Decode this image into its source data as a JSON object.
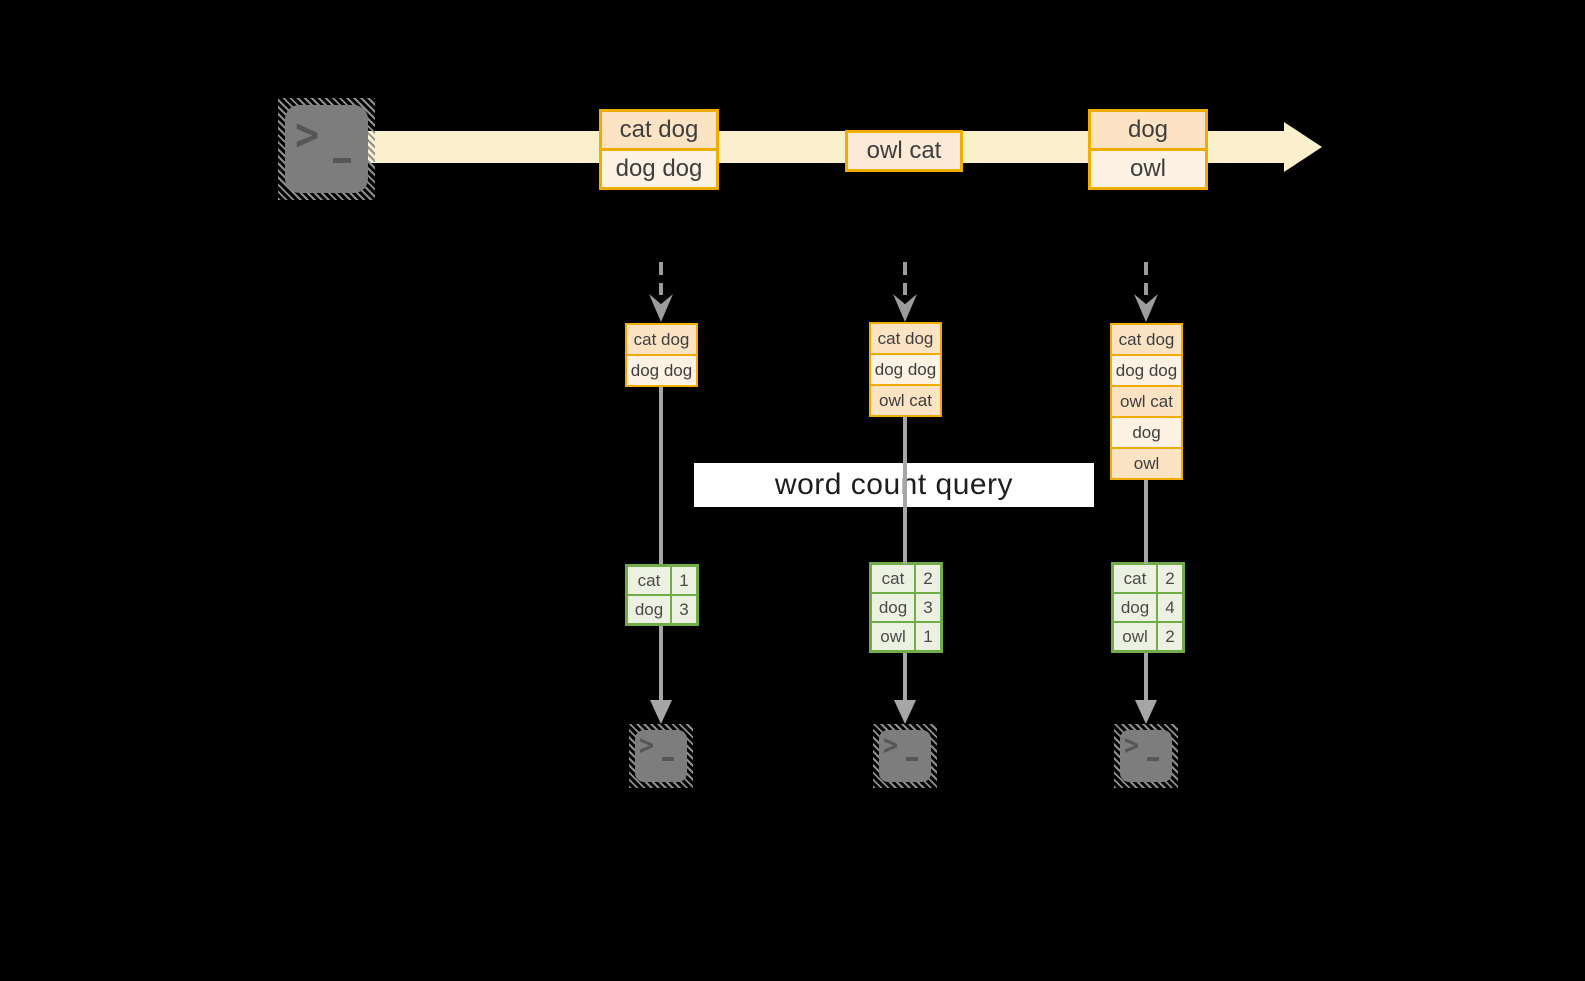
{
  "title": {
    "label": "word count query"
  },
  "stream": {
    "batches": [
      {
        "rows": [
          "cat dog",
          "dog dog"
        ]
      },
      {
        "rows": [
          "owl cat"
        ]
      },
      {
        "rows": [
          "dog",
          "owl"
        ]
      }
    ]
  },
  "micro_batches": [
    {
      "input": [
        "cat dog",
        "dog dog"
      ],
      "result": [
        {
          "word": "cat",
          "count": "1"
        },
        {
          "word": "dog",
          "count": "3"
        }
      ]
    },
    {
      "input": [
        "cat dog",
        "dog dog",
        "owl cat"
      ],
      "result": [
        {
          "word": "cat",
          "count": "2"
        },
        {
          "word": "dog",
          "count": "3"
        },
        {
          "word": "owl",
          "count": "1"
        }
      ]
    },
    {
      "input": [
        "cat dog",
        "dog dog",
        "owl cat",
        "dog",
        "owl"
      ],
      "result": [
        {
          "word": "cat",
          "count": "2"
        },
        {
          "word": "dog",
          "count": "4"
        },
        {
          "word": "owl",
          "count": "2"
        }
      ]
    }
  ],
  "icons": {
    "prompt_chevron": ">",
    "terminal": "terminal-icon",
    "stream_arrow": "right-arrow",
    "trigger_arrow": "dashed-down-arrow",
    "flow_arrow": "down-arrow"
  },
  "colors": {
    "accent_gold": "#f0ad00",
    "peach_dark": "#fbe3c4",
    "peach_light": "#fdf2e3",
    "stream_band": "#faf0cc",
    "green_border": "#70ad47",
    "green_cell": "#ecf1e2",
    "arrow_gray": "#a6a6a6",
    "terminal_gray": "#7d7d7d",
    "banner_bg": "#ffffff",
    "background": "#000000"
  }
}
